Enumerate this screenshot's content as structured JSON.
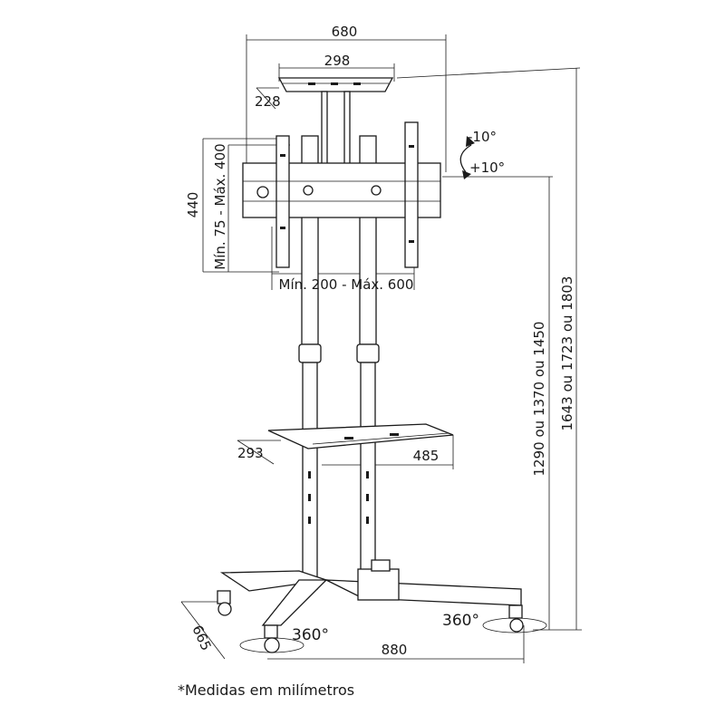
{
  "dimensions": {
    "top_width": "680",
    "top_shelf_width": "298",
    "top_shelf_depth": "228",
    "tilt_up": "-10°",
    "tilt_down": "+10°",
    "height_440": "440",
    "vesa_vertical": "Mín. 75 - Máx. 400",
    "vesa_horizontal": "Mín. 200 - Máx. 600",
    "shelf_depth": "293",
    "shelf_width": "485",
    "height_options_a": "1290 ou 1370 ou 1450",
    "height_options_b": "1643 ou 1723 ou 1803",
    "base_depth": "665",
    "base_width": "880",
    "rotation_left": "360°",
    "rotation_right": "360°"
  },
  "footnote": "*Medidas em milímetros"
}
